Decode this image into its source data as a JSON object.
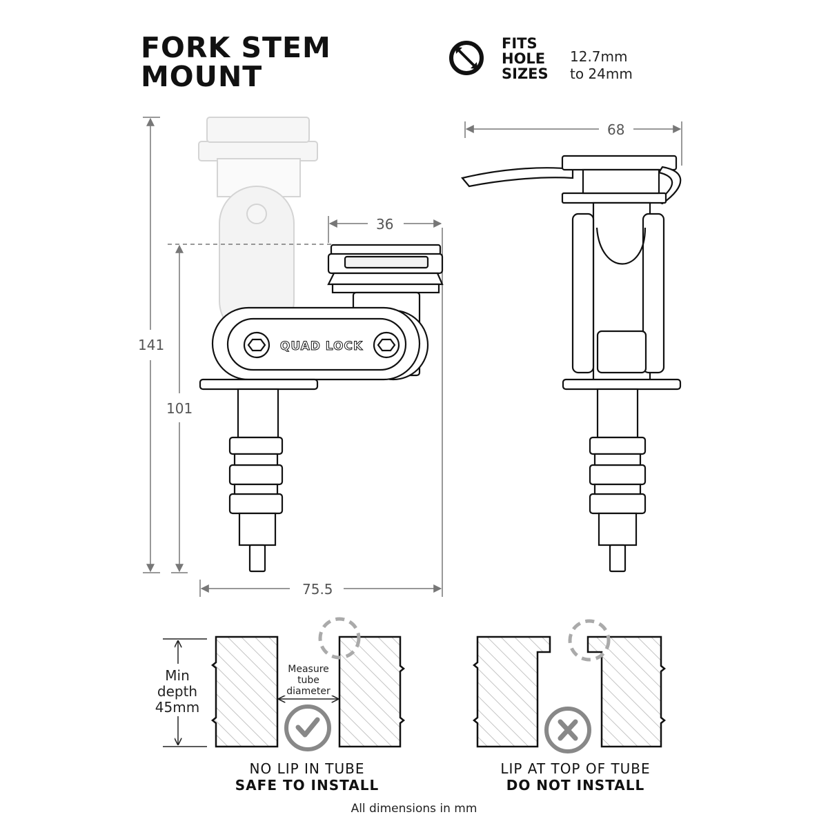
{
  "title": {
    "line1": "FORK STEM",
    "line2": "MOUNT"
  },
  "fits": {
    "line1": "FITS",
    "line2": "HOLE",
    "line3": "SIZES",
    "range_line1": "12.7mm",
    "range_line2": "to 24mm",
    "icon": "diameter-icon"
  },
  "dimensions": {
    "total_height": "141",
    "stem_height": "101",
    "total_width": "75.5",
    "head_width": "36",
    "side_width": "68"
  },
  "brand_mark": "QUAD LOCK",
  "installation": {
    "min_depth": {
      "line1": "Min",
      "line2": "depth",
      "line3": "45mm"
    },
    "measure": {
      "line1": "Measure",
      "line2": "tube",
      "line3": "diameter"
    },
    "safe": {
      "line1": "NO LIP IN TUBE",
      "line2": "SAFE TO INSTALL",
      "icon": "checkmark-icon"
    },
    "unsafe": {
      "line1": "LIP AT TOP OF TUBE",
      "line2": "DO NOT INSTALL",
      "icon": "x-icon"
    }
  },
  "footnote": "All dimensions in mm",
  "colors": {
    "ink": "#111111",
    "dim_line": "#777777",
    "ghost": "#d6d6d6",
    "hatch": "#bdbdbd",
    "status_icon": "#8a8a8a"
  }
}
